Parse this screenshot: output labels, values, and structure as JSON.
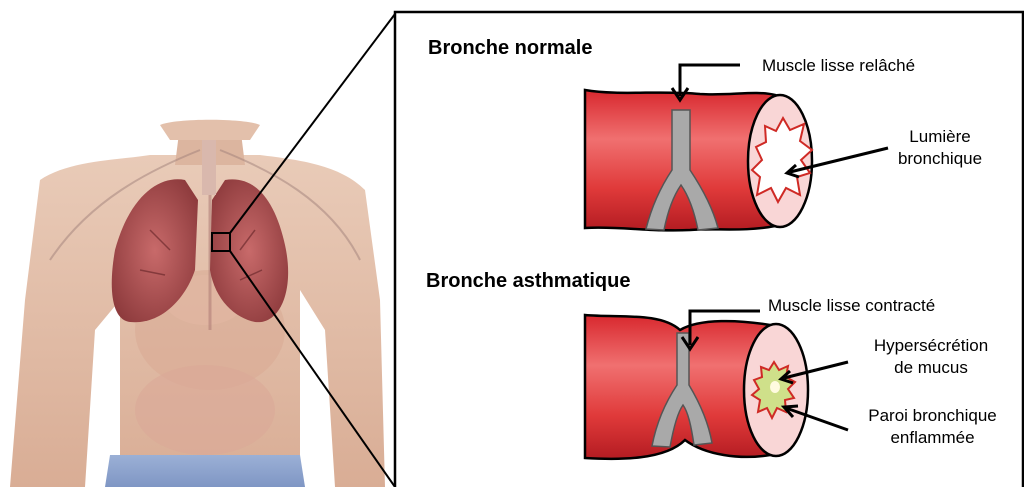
{
  "normal": {
    "title": "Bronche normale",
    "muscle_label": "Muscle lisse relâché",
    "lumen_line1": "Lumière",
    "lumen_line2": "bronchique"
  },
  "asthma": {
    "title": "Bronche asthmatique",
    "muscle_label": "Muscle lisse contracté",
    "mucus_line1": "Hypersécrétion",
    "mucus_line2": "de mucus",
    "wall_line1": "Paroi bronchique",
    "wall_line2": "enflammée"
  },
  "colors": {
    "bronchus_red": "#e23a3a",
    "bronchus_dark": "#b51f24",
    "lumen_pink": "#f9d6d6",
    "muscle_gray": "#a9a9a9",
    "mucus_green": "#cfe08a",
    "skin": "#e8c8b4",
    "lung": "#b85a5a"
  }
}
